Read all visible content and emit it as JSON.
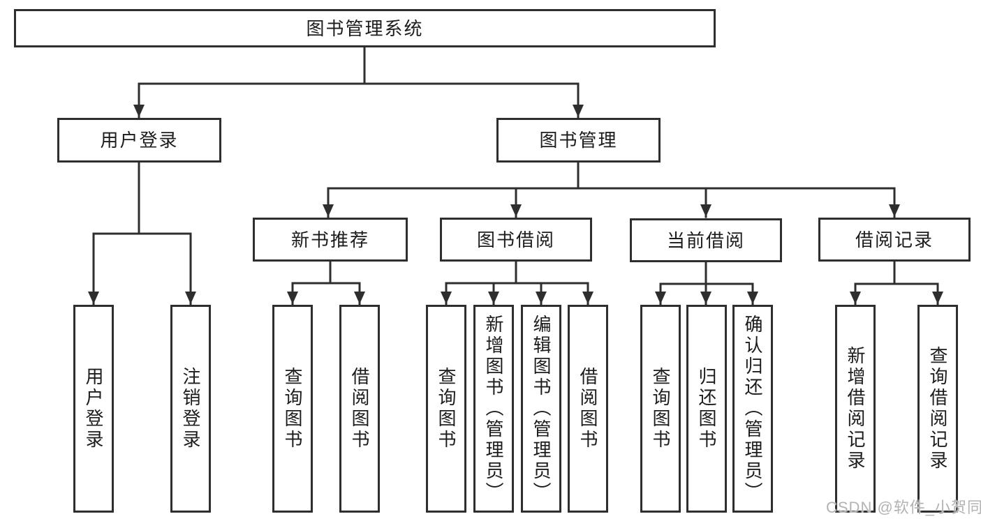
{
  "diagram": {
    "type": "hierarchy-tree",
    "line_color": "#2e2e2e",
    "background_color": "#ffffff",
    "watermark": "CSDN @软件_小贺同学",
    "tree": {
      "label": "图书管理系统",
      "children": [
        {
          "label": "用户登录",
          "children": [
            {
              "label": "用户登录"
            },
            {
              "label": "注销登录"
            }
          ]
        },
        {
          "label": "图书管理",
          "children": [
            {
              "label": "新书推荐",
              "children": [
                {
                  "label": "查询图书"
                },
                {
                  "label": "借阅图书"
                }
              ]
            },
            {
              "label": "图书借阅",
              "children": [
                {
                  "label": "查询图书"
                },
                {
                  "label": "新增图书（管理员）"
                },
                {
                  "label": "编辑图书（管理员）"
                },
                {
                  "label": "借阅图书"
                }
              ]
            },
            {
              "label": "当前借阅",
              "children": [
                {
                  "label": "查询图书"
                },
                {
                  "label": "归还图书"
                },
                {
                  "label": "确认归还（管理员）"
                }
              ]
            },
            {
              "label": "借阅记录",
              "children": [
                {
                  "label": "新增借阅记录"
                },
                {
                  "label": "查询借阅记录"
                }
              ]
            }
          ]
        }
      ]
    }
  }
}
